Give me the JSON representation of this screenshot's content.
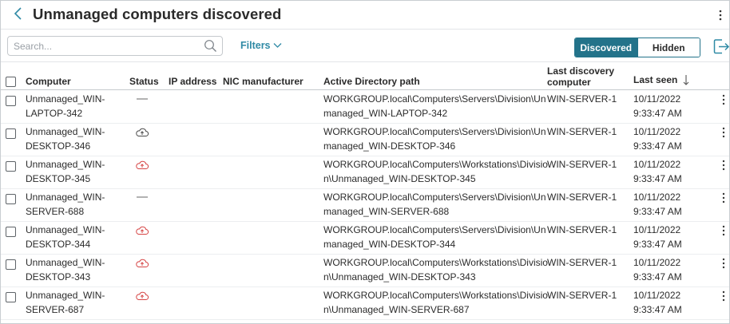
{
  "header": {
    "title": "Unmanaged computers discovered"
  },
  "toolbar": {
    "search_placeholder": "Search...",
    "filters_label": "Filters",
    "toggle": {
      "discovered_label": "Discovered",
      "hidden_label": "Hidden",
      "selected": "Discovered"
    }
  },
  "colors": {
    "accent": "#23738a",
    "link": "#2f8aa5",
    "status_error": "#d64545",
    "status_ok": "#4a4a4a"
  },
  "table": {
    "columns": {
      "computer": "Computer",
      "status": "Status",
      "ip": "IP address",
      "nic": "NIC manufacturer",
      "ad_path": "Active Directory path",
      "last_discovery_l1": "Last discovery",
      "last_discovery_l2": "computer",
      "last_seen": "Last seen"
    },
    "sort": {
      "column": "Last seen",
      "direction": "descending"
    },
    "rows": [
      {
        "computer_l1": "Unmanaged_WIN-",
        "computer_l2": "LAPTOP-342",
        "status": "none",
        "ip": "",
        "nic": "",
        "path_l1": "WORKGROUP.local\\Computers\\Servers\\Division\\Un",
        "path_l2": "managed_WIN-LAPTOP-342",
        "discovery": "WIN-SERVER-1",
        "date": "10/11/2022",
        "time": "9:33:47 AM"
      },
      {
        "computer_l1": "Unmanaged_WIN-",
        "computer_l2": "DESKTOP-346",
        "status": "cloud-upload",
        "ip": "",
        "nic": "",
        "path_l1": "WORKGROUP.local\\Computers\\Servers\\Division\\Un",
        "path_l2": "managed_WIN-DESKTOP-346",
        "discovery": "WIN-SERVER-1",
        "date": "10/11/2022",
        "time": "9:33:47 AM"
      },
      {
        "computer_l1": "Unmanaged_WIN-",
        "computer_l2": "DESKTOP-345",
        "status": "cloud-error",
        "ip": "",
        "nic": "",
        "path_l1": "WORKGROUP.local\\Computers\\Workstations\\Divisio",
        "path_l2": "n\\Unmanaged_WIN-DESKTOP-345",
        "discovery": "WIN-SERVER-1",
        "date": "10/11/2022",
        "time": "9:33:47 AM"
      },
      {
        "computer_l1": "Unmanaged_WIN-",
        "computer_l2": "SERVER-688",
        "status": "none",
        "ip": "",
        "nic": "",
        "path_l1": "WORKGROUP.local\\Computers\\Servers\\Division\\Un",
        "path_l2": "managed_WIN-SERVER-688",
        "discovery": "WIN-SERVER-1",
        "date": "10/11/2022",
        "time": "9:33:47 AM"
      },
      {
        "computer_l1": "Unmanaged_WIN-",
        "computer_l2": "DESKTOP-344",
        "status": "cloud-error",
        "ip": "",
        "nic": "",
        "path_l1": "WORKGROUP.local\\Computers\\Servers\\Division\\Un",
        "path_l2": "managed_WIN-DESKTOP-344",
        "discovery": "WIN-SERVER-1",
        "date": "10/11/2022",
        "time": "9:33:47 AM"
      },
      {
        "computer_l1": "Unmanaged_WIN-",
        "computer_l2": "DESKTOP-343",
        "status": "cloud-error",
        "ip": "",
        "nic": "",
        "path_l1": "WORKGROUP.local\\Computers\\Workstations\\Divisio",
        "path_l2": "n\\Unmanaged_WIN-DESKTOP-343",
        "discovery": "WIN-SERVER-1",
        "date": "10/11/2022",
        "time": "9:33:47 AM"
      },
      {
        "computer_l1": "Unmanaged_WIN-",
        "computer_l2": "SERVER-687",
        "status": "cloud-error",
        "ip": "",
        "nic": "",
        "path_l1": "WORKGROUP.local\\Computers\\Workstations\\Divisio",
        "path_l2": "n\\Unmanaged_WIN-SERVER-687",
        "discovery": "WIN-SERVER-1",
        "date": "10/11/2022",
        "time": "9:33:47 AM"
      }
    ]
  }
}
